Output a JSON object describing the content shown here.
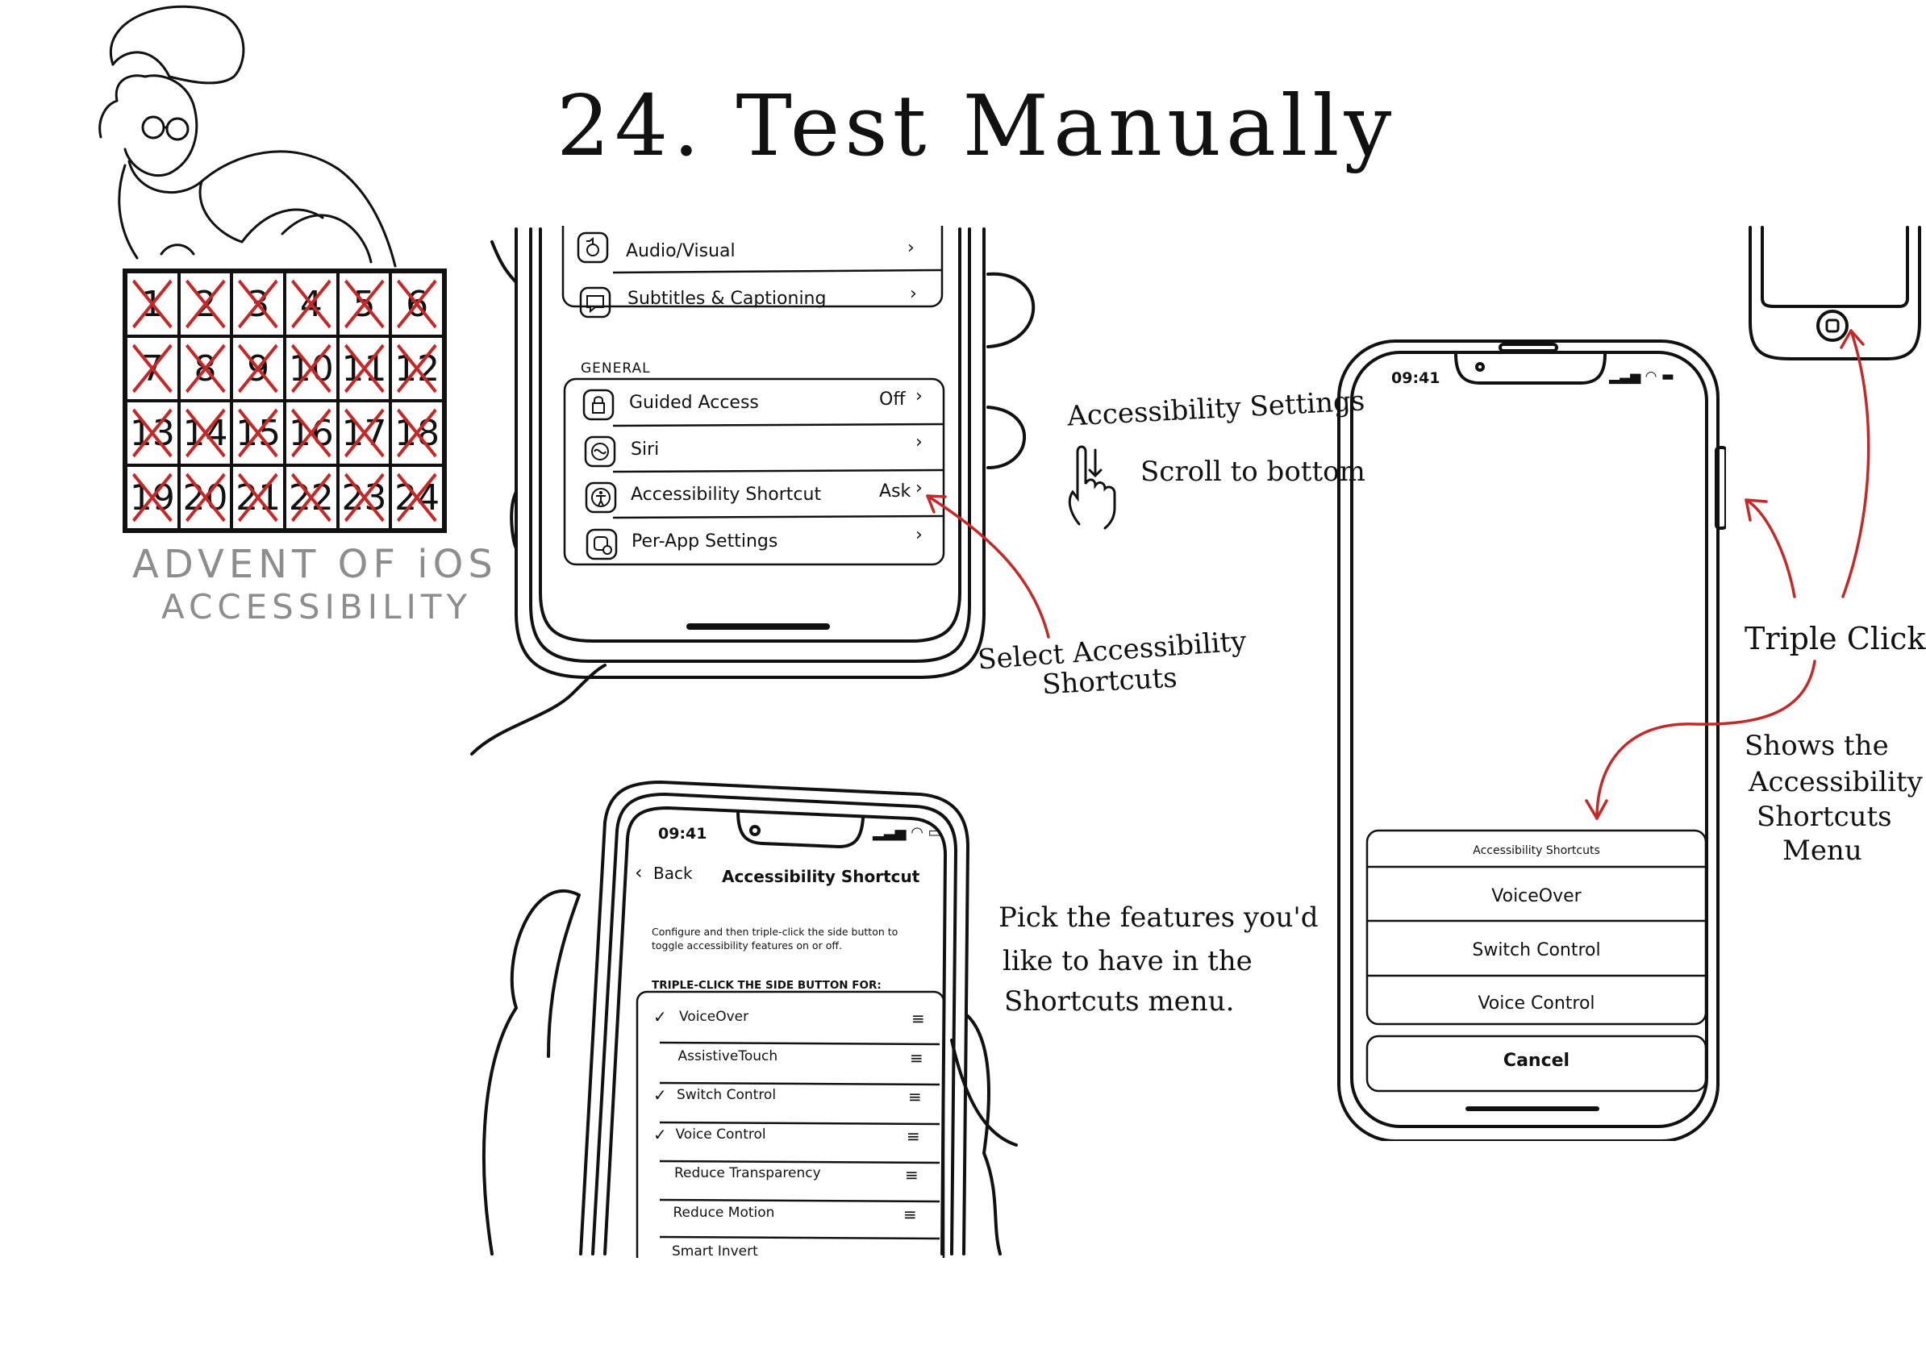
{
  "title": "24. Test Manually",
  "branding": {
    "line1": "ADVENT OF iOS",
    "line2": "ACCESSIBILITY"
  },
  "calendar": {
    "days": [
      "1",
      "2",
      "3",
      "4",
      "5",
      "6",
      "7",
      "8",
      "9",
      "10",
      "11",
      "12",
      "13",
      "14",
      "15",
      "16",
      "17",
      "18",
      "19",
      "20",
      "21",
      "22",
      "23",
      "24"
    ],
    "crossed": [
      1,
      2,
      3,
      4,
      5,
      6,
      7,
      8,
      9,
      10,
      11,
      12,
      13,
      14,
      15,
      16,
      17,
      18,
      19,
      20,
      21,
      22,
      23,
      24
    ],
    "cross_color": "#c62828"
  },
  "settings_phone": {
    "rows_top": [
      {
        "label": "Audio/Visual",
        "value": "",
        "icon": "audio-visual-icon"
      },
      {
        "label": "Subtitles & Captioning",
        "value": "",
        "icon": "captions-icon"
      }
    ],
    "section": "GENERAL",
    "rows_general": [
      {
        "label": "Guided Access",
        "value": "Off",
        "icon": "lock-icon"
      },
      {
        "label": "Siri",
        "value": "",
        "icon": "siri-icon"
      },
      {
        "label": "Accessibility Shortcut",
        "value": "Ask",
        "icon": "accessibility-icon"
      },
      {
        "label": "Per-App Settings",
        "value": "",
        "icon": "app-settings-icon"
      }
    ]
  },
  "notes": {
    "accessibility_settings": "Accessibility Settings",
    "scroll": "Scroll to bottom",
    "select_line1": "Select Accessibility",
    "select_line2": "Shortcuts",
    "pick_line1": "Pick the features you'd",
    "pick_line2": "like to have in the",
    "pick_line3": "Shortcuts menu.",
    "triple_click": "Triple Click",
    "shows_line1": "Shows the",
    "shows_line2": "Accessibility",
    "shows_line3": "Shortcuts",
    "shows_line4": "Menu"
  },
  "shortcut_phone": {
    "time": "09:41",
    "back": "Back",
    "title": "Accessibility Shortcut",
    "description_line1": "Configure and then triple-click the side button to",
    "description_line2": "toggle accessibility features on or off.",
    "section": "TRIPLE-CLICK THE SIDE BUTTON FOR:",
    "features": [
      {
        "label": "VoiceOver",
        "checked": true
      },
      {
        "label": "AssistiveTouch",
        "checked": false
      },
      {
        "label": "Switch Control",
        "checked": true
      },
      {
        "label": "Voice Control",
        "checked": true
      },
      {
        "label": "Reduce Transparency",
        "checked": false
      },
      {
        "label": "Reduce Motion",
        "checked": false
      },
      {
        "label": "Smart Invert",
        "checked": false
      }
    ]
  },
  "menu_phone": {
    "time": "09:41",
    "sheet_title": "Accessibility Shortcuts",
    "options": [
      "VoiceOver",
      "Switch Control",
      "Voice Control"
    ],
    "cancel": "Cancel"
  },
  "accent_color": "#c62828"
}
